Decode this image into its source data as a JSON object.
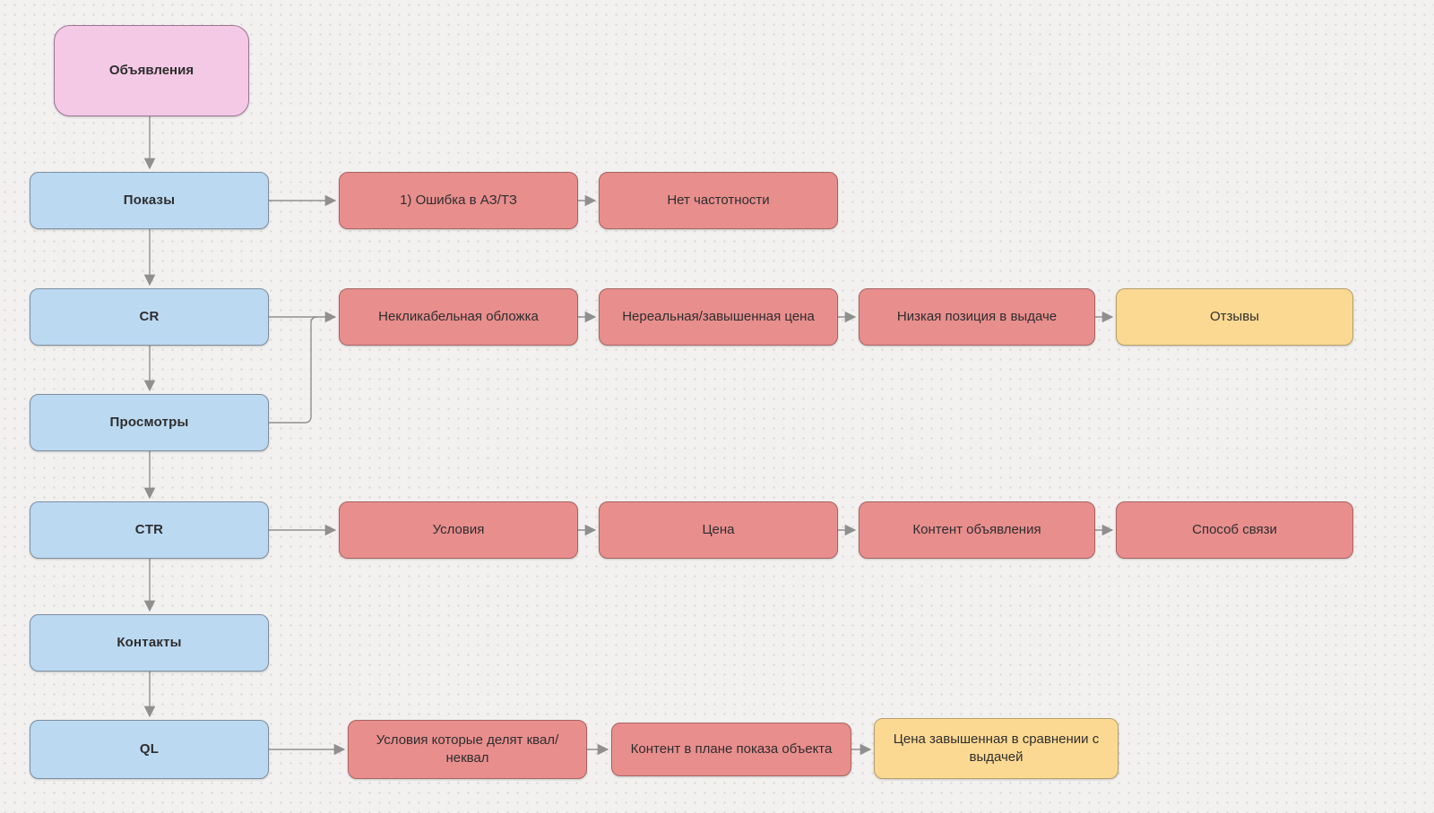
{
  "colors": {
    "background": "#f2f1ef",
    "dot": "#dbd9d5",
    "connector": "#8f8f8f",
    "text": "#2e2e2e",
    "pink_fill": "#f4c9e6",
    "pink_border": "#9d7594",
    "blue_fill": "#bcd9f2",
    "blue_border": "#7d8fa0",
    "red_fill": "#e88e8d",
    "red_border": "#a66463",
    "yellow_fill": "#fcd992",
    "yellow_border": "#b5a06c"
  },
  "nodes": {
    "announcements": {
      "label": "Объявления",
      "color": "pink"
    },
    "impressions": {
      "label": "Показы",
      "color": "blue"
    },
    "error_az_tz": {
      "label": "1) Ошибка в АЗ/ТЗ",
      "color": "red"
    },
    "no_frequency": {
      "label": "Нет частотности",
      "color": "red"
    },
    "cr": {
      "label": "CR",
      "color": "blue"
    },
    "unclickable_cover": {
      "label": "Некликабельная обложка",
      "color": "red"
    },
    "unreal_price": {
      "label": "Нереальная/завышенная цена",
      "color": "red"
    },
    "low_serp_position": {
      "label": "Низкая позиция в выдаче",
      "color": "red"
    },
    "reviews": {
      "label": "Отзывы",
      "color": "yellow"
    },
    "views": {
      "label": "Просмотры",
      "color": "blue"
    },
    "ctr": {
      "label": "CTR",
      "color": "blue"
    },
    "conditions": {
      "label": "Условия",
      "color": "red"
    },
    "price": {
      "label": "Цена",
      "color": "red"
    },
    "ad_content": {
      "label": "Контент объявления",
      "color": "red"
    },
    "contact_method": {
      "label": "Способ связи",
      "color": "red"
    },
    "contacts": {
      "label": "Контакты",
      "color": "blue"
    },
    "ql": {
      "label": "QL",
      "color": "blue"
    },
    "qual_split_conditions": {
      "label": "Условия которые делят квал/неквал",
      "color": "red"
    },
    "object_show_content": {
      "label": "Контент в плане показа объекта",
      "color": "red"
    },
    "price_above_serp": {
      "label": "Цена завышенная в сравнении с выдачей",
      "color": "yellow"
    }
  },
  "edges": [
    {
      "from": "announcements",
      "to": "impressions"
    },
    {
      "from": "impressions",
      "to": "cr"
    },
    {
      "from": "cr",
      "to": "views"
    },
    {
      "from": "views",
      "to": "ctr"
    },
    {
      "from": "ctr",
      "to": "contacts"
    },
    {
      "from": "contacts",
      "to": "ql"
    },
    {
      "from": "impressions",
      "to": "error_az_tz"
    },
    {
      "from": "error_az_tz",
      "to": "no_frequency"
    },
    {
      "from": "cr",
      "to": "unclickable_cover"
    },
    {
      "from": "views",
      "to": "unclickable_cover"
    },
    {
      "from": "unclickable_cover",
      "to": "unreal_price"
    },
    {
      "from": "unreal_price",
      "to": "low_serp_position"
    },
    {
      "from": "low_serp_position",
      "to": "reviews"
    },
    {
      "from": "ctr",
      "to": "conditions"
    },
    {
      "from": "conditions",
      "to": "price"
    },
    {
      "from": "price",
      "to": "ad_content"
    },
    {
      "from": "ad_content",
      "to": "contact_method"
    },
    {
      "from": "ql",
      "to": "qual_split_conditions"
    },
    {
      "from": "qual_split_conditions",
      "to": "object_show_content"
    },
    {
      "from": "object_show_content",
      "to": "price_above_serp"
    }
  ]
}
